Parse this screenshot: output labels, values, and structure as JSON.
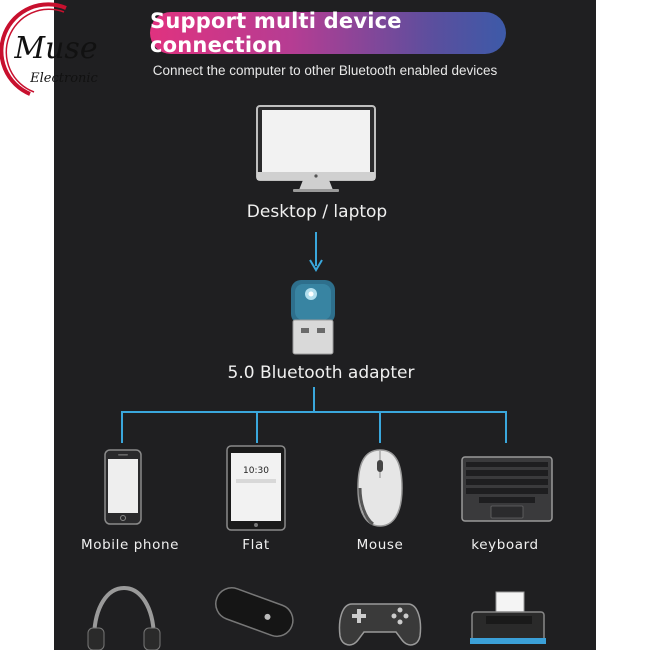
{
  "logo": {
    "line1": "Muse",
    "line2": "Electronic"
  },
  "banner": {
    "title": "Support multi device connection"
  },
  "subtitle": "Connect the computer to other Bluetooth enabled devices",
  "computer": {
    "label": "Desktop / laptop",
    "icon": "desktop-computer-icon"
  },
  "adapter": {
    "label": "5.0 Bluetooth adapter",
    "icon": "usb-bluetooth-adapter-icon"
  },
  "devices": [
    {
      "label": "Mobile phone",
      "icon": "mobile-phone-icon"
    },
    {
      "label": "Flat",
      "icon": "tablet-icon",
      "screen_time": "10:30"
    },
    {
      "label": "Mouse",
      "icon": "mouse-icon"
    },
    {
      "label": "keyboard",
      "icon": "keyboard-icon"
    }
  ],
  "more_devices": [
    "headphones-icon",
    "bluetooth-speaker-icon",
    "gamepad-icon",
    "printer-icon"
  ],
  "colors": {
    "banner_start": "#e0327f",
    "banner_end": "#3d5aa8",
    "line": "#3aa7dc",
    "background": "#1f1f21"
  }
}
